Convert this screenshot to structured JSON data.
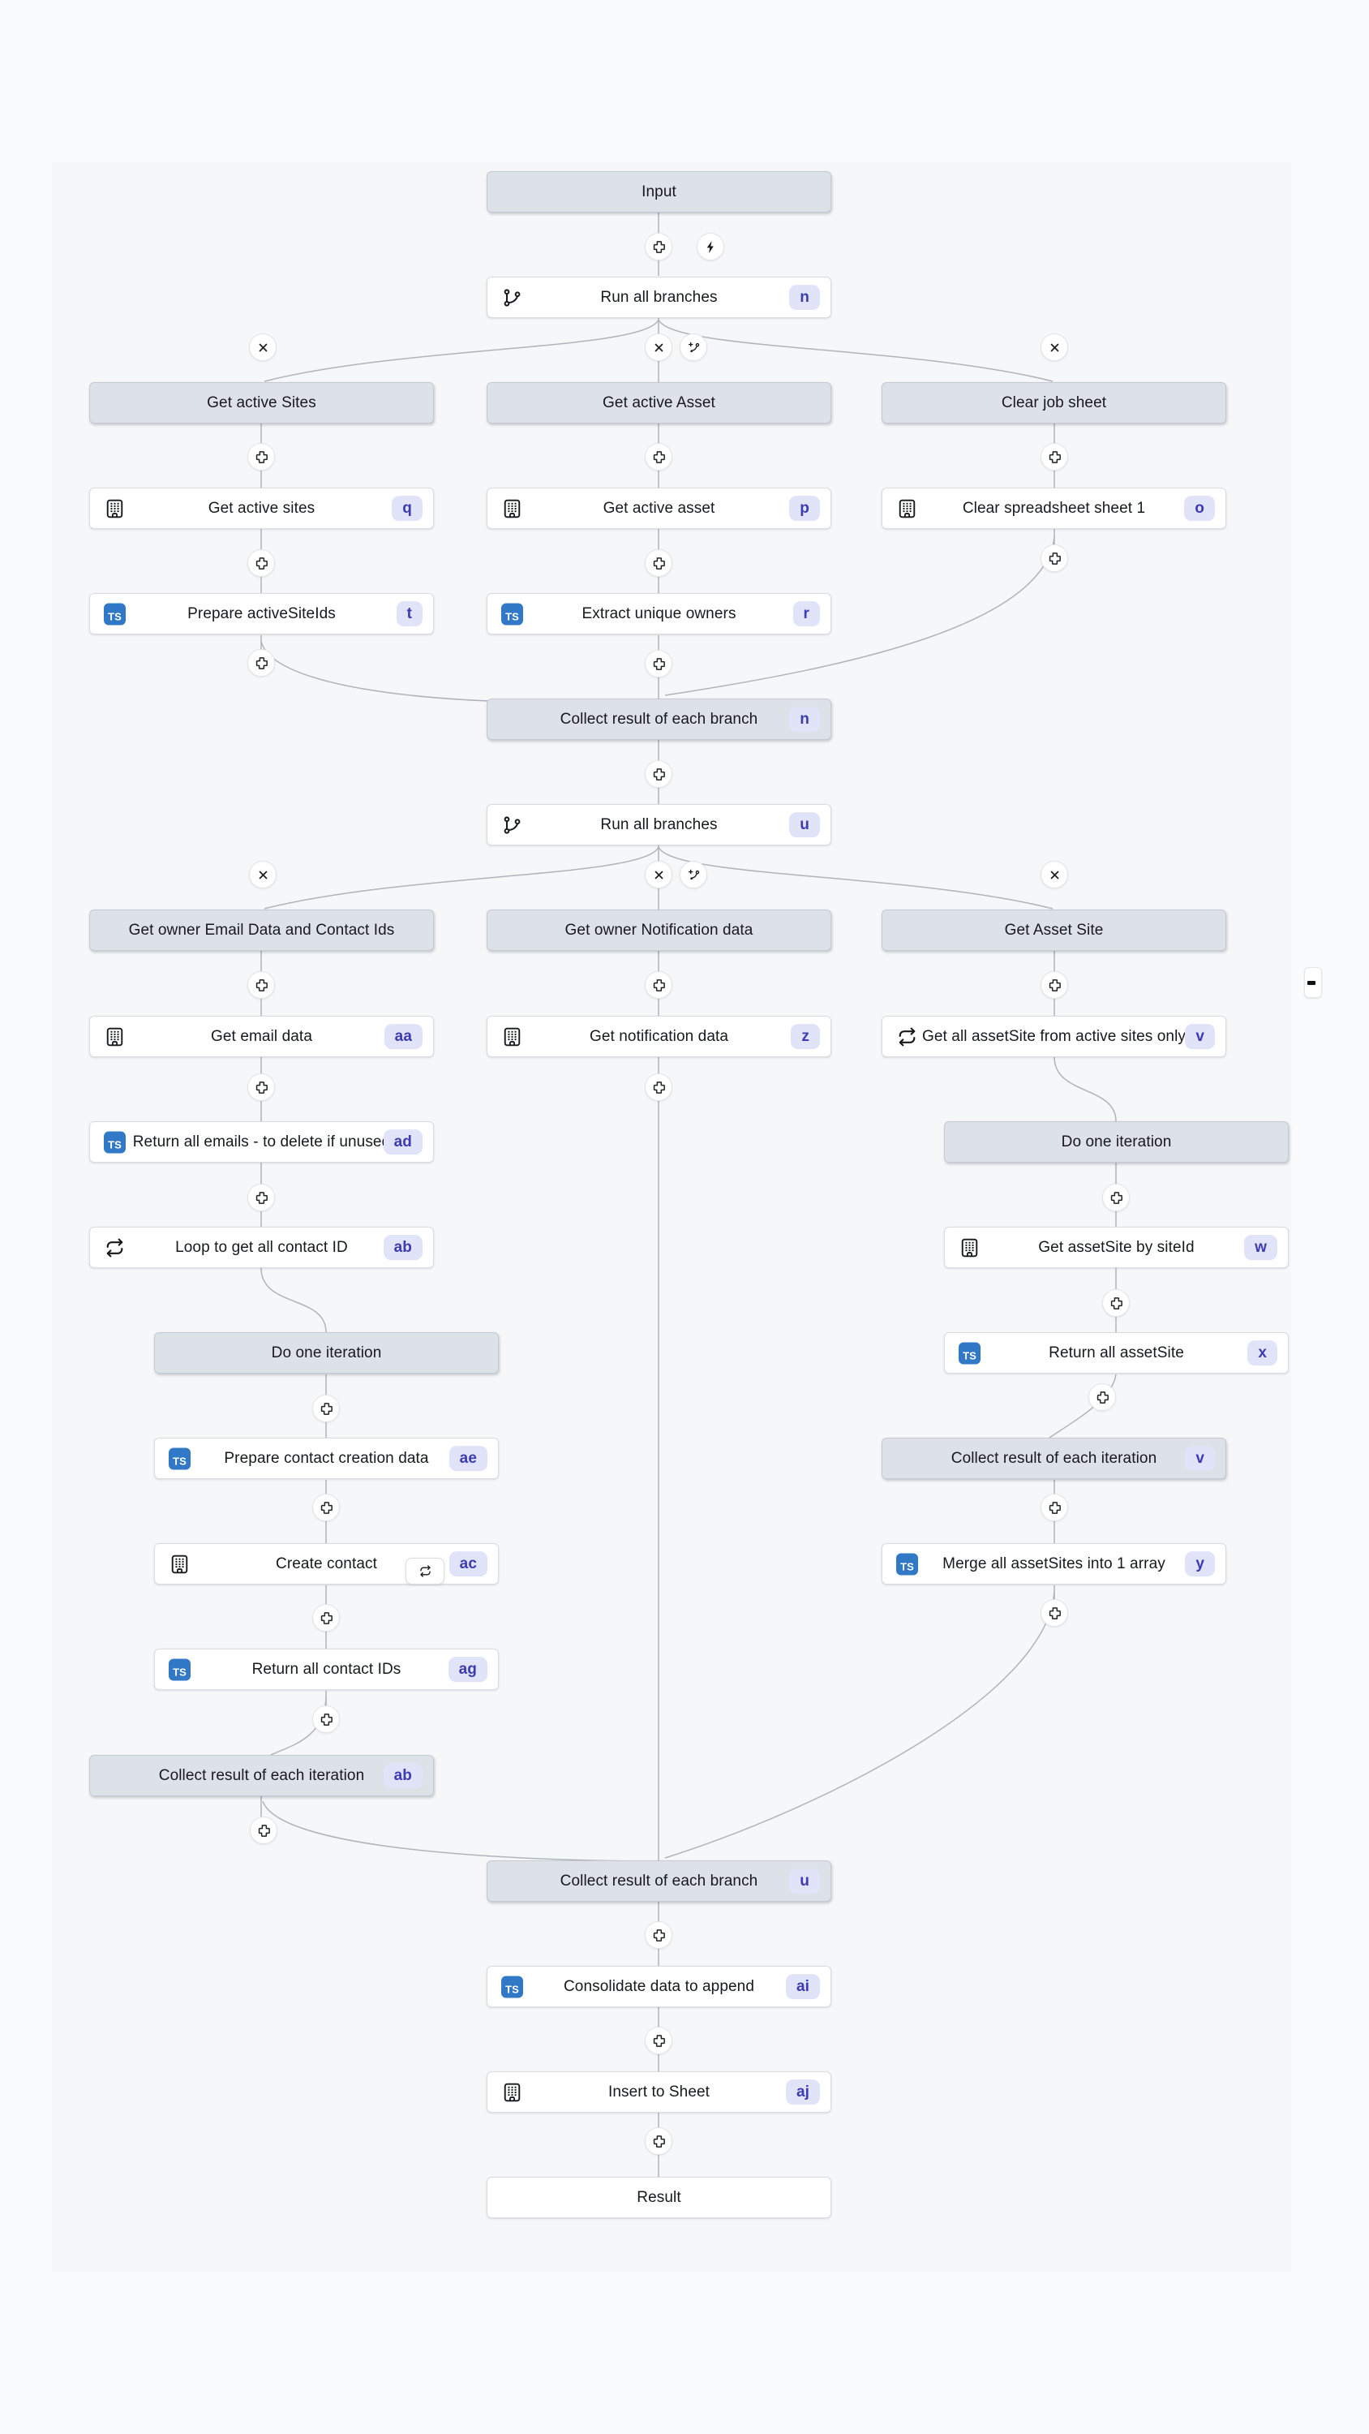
{
  "colors": {
    "page_bg": "#fafbfd",
    "canvas_bg": "#f6f7f9",
    "node_bg": "#ffffff",
    "header_node_bg": "#dde2e9",
    "node_border": "#d8dce1",
    "header_node_border": "#c3cad3",
    "edge_line": "#afb4bb",
    "badge_bg": "#e1e4f9",
    "badge_text": "#3d3bb3",
    "typescript_icon_bg": "#3178c6",
    "node_text": "#16191d"
  },
  "icons": {
    "ts_label": "TS"
  },
  "nodes": {
    "input": {
      "label": "Input"
    },
    "run1": {
      "label": "Run all branches",
      "badge": "n"
    },
    "hdr_sites": {
      "label": "Get active Sites"
    },
    "hdr_asset": {
      "label": "Get active Asset"
    },
    "hdr_clear": {
      "label": "Clear job sheet"
    },
    "get_active_sites": {
      "label": "Get active sites",
      "badge": "q"
    },
    "get_active_asset": {
      "label": "Get active asset",
      "badge": "p"
    },
    "clear_sheet": {
      "label": "Clear spreadsheet sheet 1",
      "badge": "o"
    },
    "prepare_activesiteids": {
      "label": "Prepare activeSiteIds",
      "badge": "t"
    },
    "extract_unique_owners": {
      "label": "Extract unique owners",
      "badge": "r"
    },
    "collect_branch_1": {
      "label": "Collect result of each branch",
      "badge": "n"
    },
    "run2": {
      "label": "Run all branches",
      "badge": "u"
    },
    "hdr_email": {
      "label": "Get owner Email Data and Contact Ids"
    },
    "hdr_notification": {
      "label": "Get owner Notification data"
    },
    "hdr_asset_site": {
      "label": "Get Asset Site"
    },
    "get_email_data": {
      "label": "Get email data",
      "badge": "aa"
    },
    "get_notification_data": {
      "label": "Get notification data",
      "badge": "z"
    },
    "get_all_assetsite": {
      "label": "Get all assetSite from active sites only",
      "badge": "v"
    },
    "return_all_emails": {
      "label": "Return all emails - to delete if unused",
      "badge": "ad"
    },
    "do_iteration_right": {
      "label": "Do one iteration"
    },
    "loop_contact_id": {
      "label": "Loop to get all contact ID",
      "badge": "ab"
    },
    "get_assetsite_by_siteid": {
      "label": "Get assetSite by siteId",
      "badge": "w"
    },
    "do_iteration_left": {
      "label": "Do one iteration"
    },
    "return_all_assetsite": {
      "label": "Return all assetSite",
      "badge": "x"
    },
    "prepare_contact_creation": {
      "label": "Prepare contact creation data",
      "badge": "ae"
    },
    "collect_iteration_right": {
      "label": "Collect result of each iteration",
      "badge": "v"
    },
    "create_contact": {
      "label": "Create contact",
      "badge": "ac"
    },
    "merge_assetsites": {
      "label": "Merge all assetSites into 1 array",
      "badge": "y"
    },
    "return_all_contact_ids": {
      "label": "Return all contact IDs",
      "badge": "ag"
    },
    "collect_iteration_left": {
      "label": "Collect result of each iteration",
      "badge": "ab"
    },
    "collect_branch_2": {
      "label": "Collect result of each branch",
      "badge": "u"
    },
    "consolidate": {
      "label": "Consolidate data to append",
      "badge": "ai"
    },
    "insert_to_sheet": {
      "label": "Insert to Sheet",
      "badge": "aj"
    },
    "result": {
      "label": "Result"
    }
  }
}
